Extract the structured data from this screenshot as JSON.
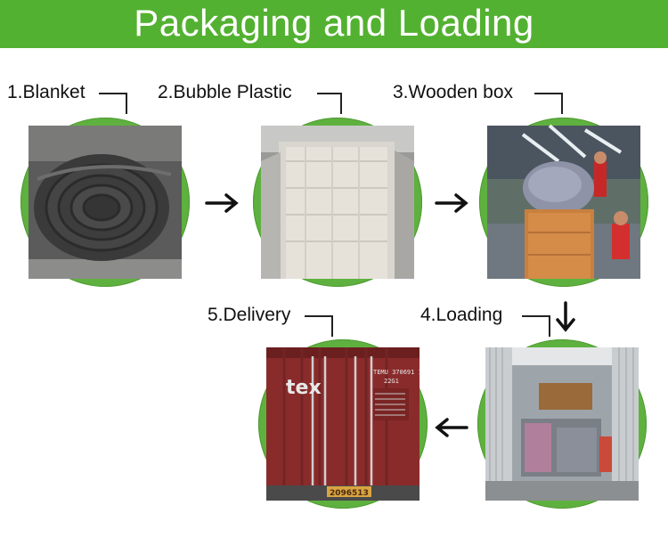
{
  "header": {
    "title": "Packaging and Loading",
    "color": "#53b131"
  },
  "steps": [
    {
      "label": "1.Blanket",
      "image": "rolled-gray-blanket"
    },
    {
      "label": "2.Bubble Plastic",
      "image": "bubble-plastic-wrapped-roll"
    },
    {
      "label": "3.Wooden box",
      "image": "wooden-box-in-factory"
    },
    {
      "label": "4.Loading",
      "image": "loaded-container-interior"
    },
    {
      "label": "5.Delivery",
      "image": "red-shipping-container-doors"
    }
  ],
  "photo_text": {
    "container_brand": "tex",
    "container_number": "TEMU 370691 1",
    "container_code": "22G1",
    "seal_number": "2096513"
  },
  "arrows": [
    "right-arrow-icon",
    "right-arrow-icon",
    "down-arrow-icon",
    "left-arrow-icon"
  ]
}
